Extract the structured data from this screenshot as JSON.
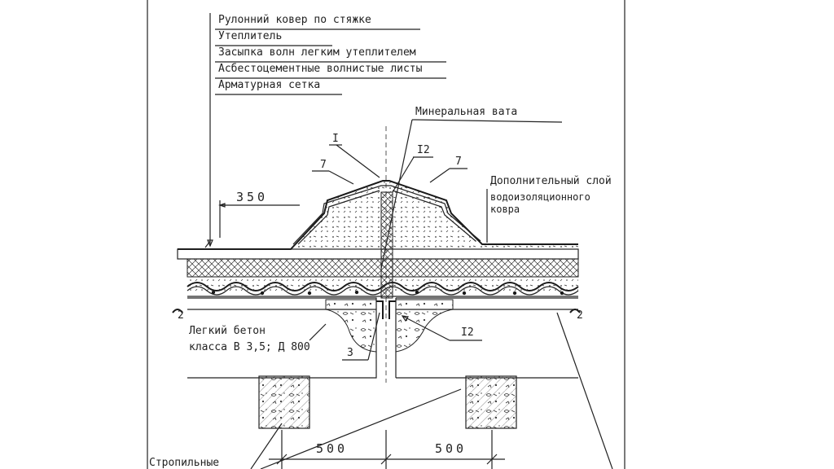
{
  "layers": [
    "Рулонний ковер по стяжке",
    "Утеплитель",
    "Засыпка волн легким утеплителем",
    "Асбестоцементные волнистые листы",
    "Арматурная сетка"
  ],
  "labels": {
    "mineral_wool": "Минеральная вата",
    "extra_layer_1": "Дополнительный слой",
    "extra_layer_2": "водоизоляционного",
    "extra_layer_3": "ковра",
    "light_concrete_1": "Легкий бетон",
    "light_concrete_2": "класса В 3,5; Д 800",
    "rafters": "Стропильные"
  },
  "markers": {
    "m_1": "I",
    "m_12_top": "I2",
    "m_7_left": "7",
    "m_7_right": "7",
    "m_12_bottom": "I2",
    "m_3": "3",
    "m_2_left": "2",
    "m_2_right": "2"
  },
  "dimensions": {
    "d_350": "350",
    "d_500_left": "500",
    "d_500_right": "500"
  }
}
